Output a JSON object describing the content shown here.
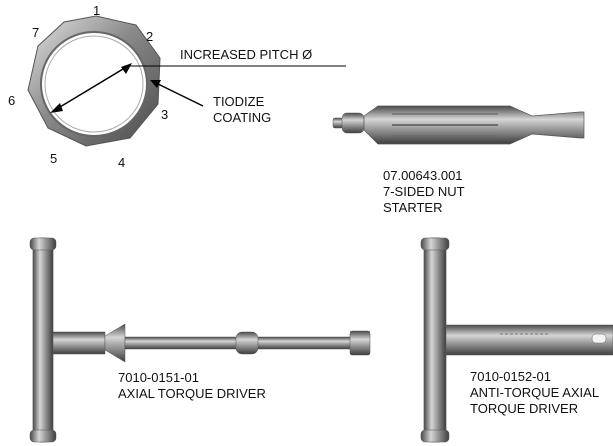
{
  "nut": {
    "sides": [
      "1",
      "2",
      "3",
      "4",
      "5",
      "6",
      "7"
    ],
    "pitch_label": "INCREASED PITCH Ø",
    "coating_label": [
      "TIODIZE",
      "COATING"
    ]
  },
  "tools": [
    {
      "part_number": "07.00643.001",
      "description": [
        "7-SIDED NUT",
        "STARTER"
      ]
    },
    {
      "part_number": "7010-0151-01",
      "description": [
        "AXIAL TORQUE DRIVER"
      ]
    },
    {
      "part_number": "7010-0152-01",
      "description": [
        "ANTI-TORQUE AXIAL",
        "TORQUE DRIVER"
      ]
    }
  ],
  "colors": {
    "metal_dark": "#5a5a5a",
    "metal_mid": "#9a9a9a",
    "metal_light": "#d8d8d8",
    "line": "#000000"
  }
}
